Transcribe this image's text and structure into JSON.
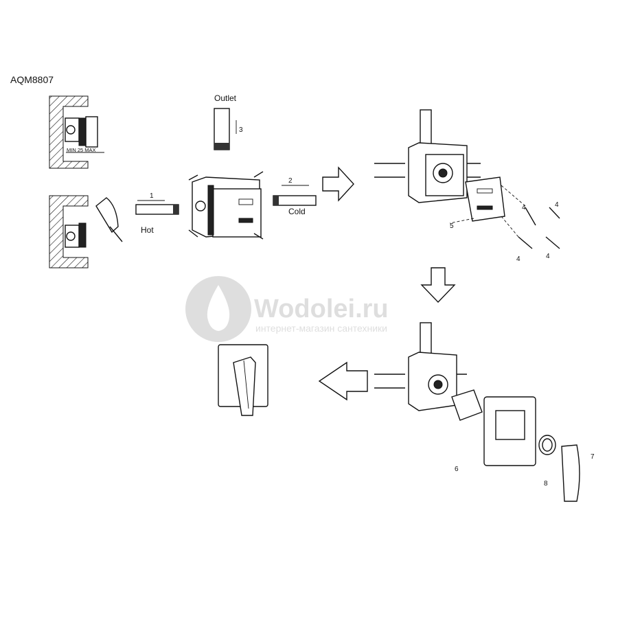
{
  "model": "AQM8807",
  "depth_label": "MIN 25 MAX",
  "labels": {
    "outlet": "Outlet",
    "hot": "Hot",
    "cold": "Cold"
  },
  "steps": {
    "s1": "1",
    "s2": "2",
    "s3": "3",
    "s4a": "4",
    "s4b": "4",
    "s4c": "4",
    "s4d": "4",
    "s5": "5",
    "s6": "6",
    "s7": "7",
    "s8": "8"
  },
  "watermark": {
    "title": "Wodolei.ru",
    "subtitle": "интернет-магазин сантехники"
  }
}
